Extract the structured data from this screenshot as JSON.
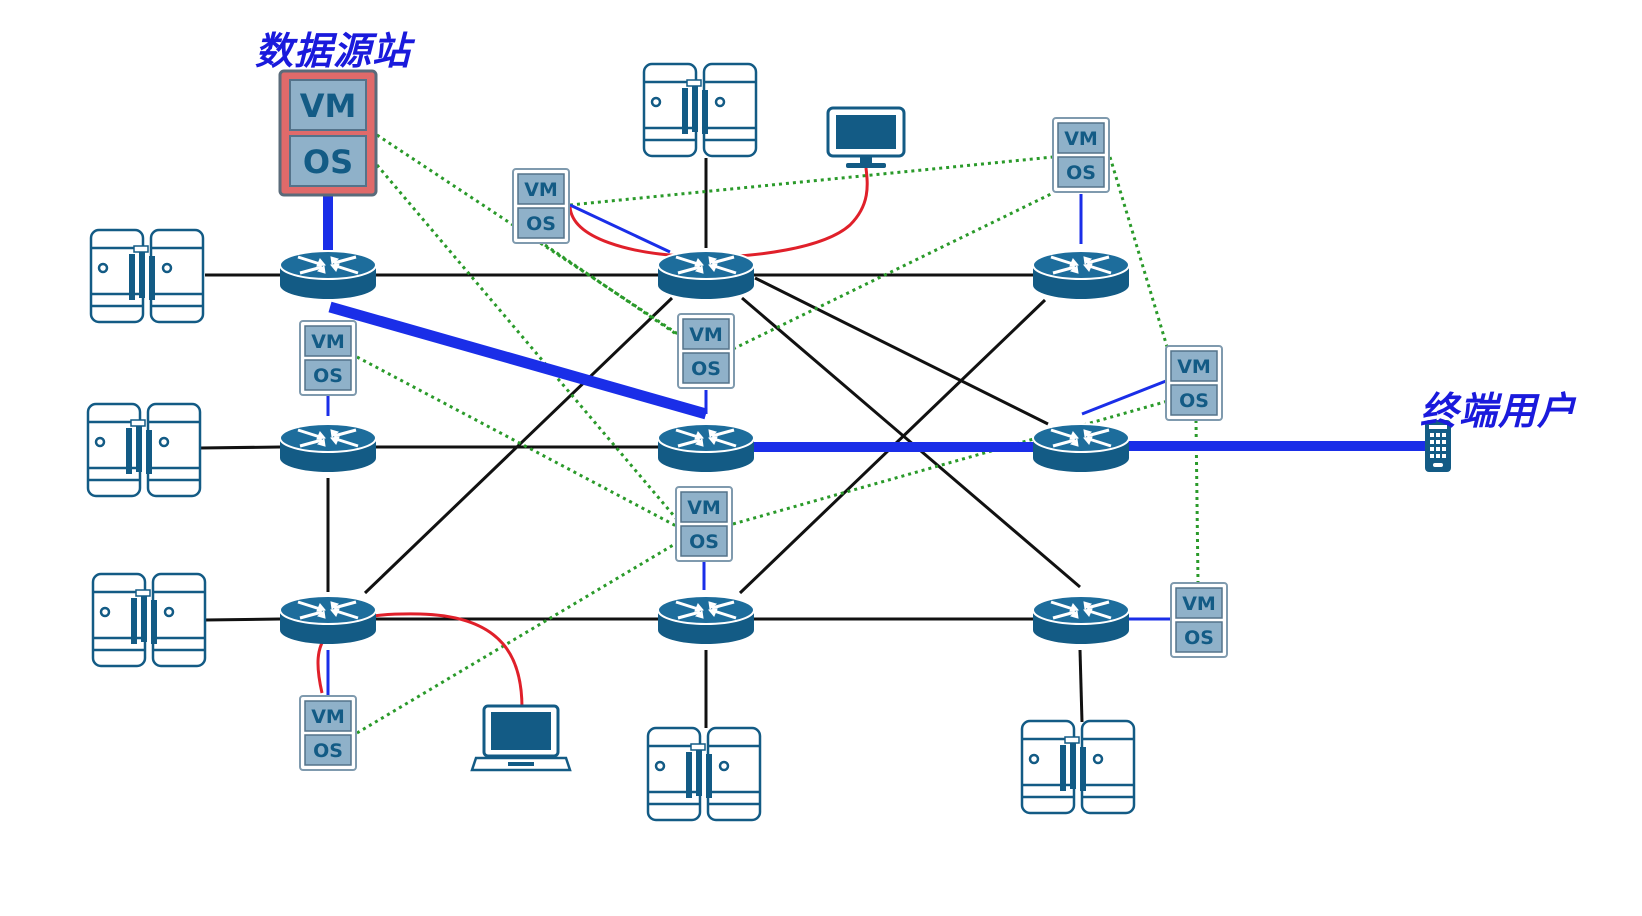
{
  "labels": {
    "source_station": "数据源站",
    "end_user": "终端用户"
  },
  "vm_os_box": {
    "vm_text": "VM",
    "os_text": "OS"
  },
  "colors": {
    "device_blue": "#135b85",
    "vm_box_fill": "#8fb1c9",
    "source_box_fill": "#e06a6a",
    "link_black": "#111111",
    "link_blue": "#1a2ee8",
    "link_green_dotted": "#2a9a2a",
    "link_red": "#e0202a",
    "label_blue": "#1a1adc"
  },
  "icons": [
    "router-icon",
    "server-rack-icon",
    "vm-os-box-icon",
    "monitor-icon",
    "laptop-icon",
    "phone-icon"
  ]
}
